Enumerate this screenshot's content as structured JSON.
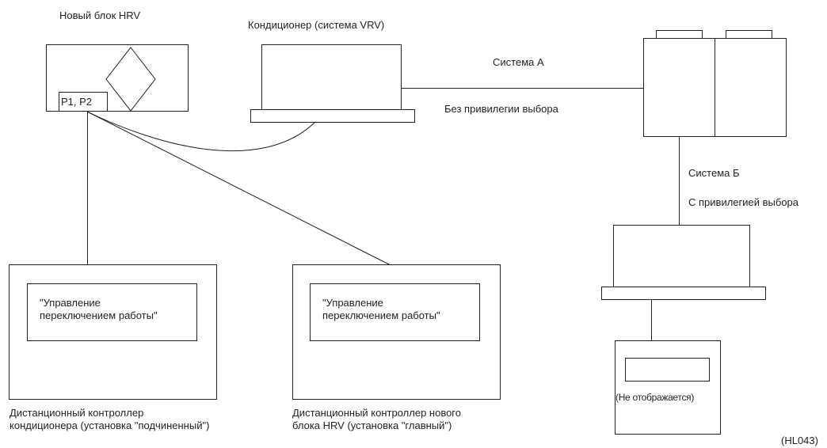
{
  "labels": {
    "hrv_unit": "Новый блок HRV",
    "port": "P1, P2",
    "indoor_unit": "Кондиционер (система VRV)",
    "system_a": "Система А",
    "no_priority": "Без привилегии выбора",
    "system_b": "Система Б",
    "with_priority": "С привилегией выбора",
    "remote_left_screen": "\"Управление\nпереключением работы\"",
    "remote_mid_screen": "\"Управление\nпереключением работы\"",
    "remote_left_caption": "Дистанционный контроллер\nкондиционера (установка \"подчиненный\")",
    "remote_mid_caption": "Дистанционный контроллер нового\nблока HRV (установка \"главный\")",
    "remote_right_screen": "(Не отображается)",
    "figure_code": "(HL043)"
  },
  "colors": {
    "line": "#231f20",
    "background": "#ffffff"
  }
}
